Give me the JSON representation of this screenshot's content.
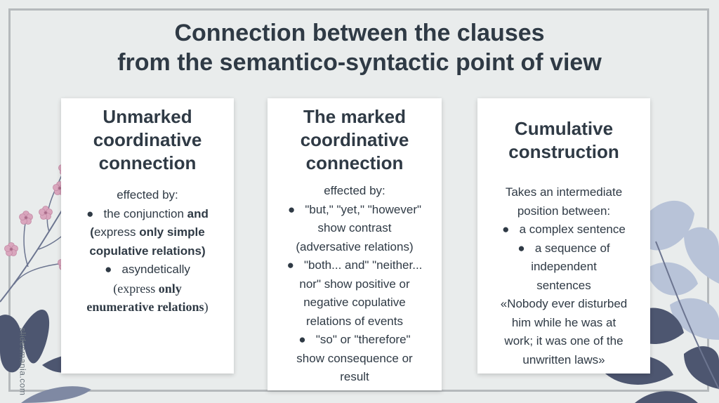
{
  "title": {
    "line1": "Connection between the clauses",
    "line2": "from the semantico-syntactic point of view"
  },
  "cards": [
    {
      "heading": [
        "Unmarked",
        "coordinative",
        "connection"
      ],
      "intro": "effected by:",
      "item1_prefix": "●   the conjunction ",
      "item1_bold": "and",
      "item2_bold_paren": "(",
      "item2_text": "express ",
      "item2_bold": "only simple",
      "item3_bold": "copulative relations)",
      "item4": "●   asyndetically",
      "item5_paren": "(express ",
      "item5_bold": "only",
      "item6_bold": "enumerative relations",
      "item6_paren": ")"
    },
    {
      "heading": [
        "The marked",
        "coordinative",
        "connection"
      ],
      "lines": [
        "effected by:",
        "●   \"but,\" \"yet,\" \"however\"",
        "show contrast",
        "(adversative relations)",
        "●   \"both... and\" \"neither...",
        "nor\" show positive or",
        "negative copulative",
        "relations of events",
        "●   \"so\" or \"therefore\"",
        "show consequence or",
        "result"
      ]
    },
    {
      "heading": [
        "Cumulative",
        "construction"
      ],
      "lines": [
        "Takes an intermediate",
        "position between:",
        "●   a complex sentence",
        "●   a sequence of",
        "independent",
        "sentences",
        "«Nobody ever disturbed",
        "him while he was at",
        "work; it was one of the",
        "unwritten laws»"
      ]
    }
  ],
  "watermark": "slidesmania.com",
  "colors": {
    "background": "#e9ecec",
    "text": "#2f3a45",
    "leaf_dark": "#4d5670",
    "leaf_light": "#b8c3d8",
    "flower": "#d9a6bd"
  }
}
